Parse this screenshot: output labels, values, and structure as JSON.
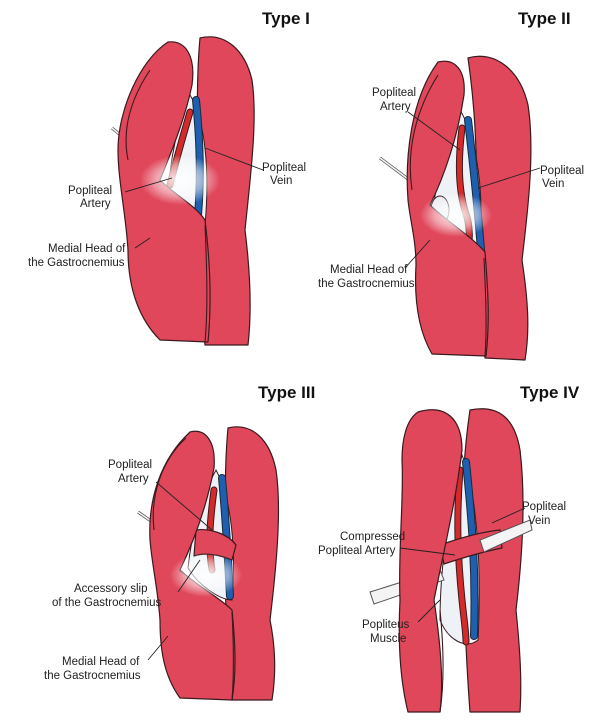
{
  "panels": [
    {
      "title": "Type I",
      "labels": {
        "popliteal_vein_1": "Popliteal",
        "popliteal_vein_2": "Vein",
        "popliteal_artery_1": "Popliteal",
        "popliteal_artery_2": "Artery",
        "medial_head_1": "Medial Head of",
        "medial_head_2": "the Gastrocnemius"
      }
    },
    {
      "title": "Type II",
      "labels": {
        "popliteal_artery_1": "Popliteal",
        "popliteal_artery_2": "Artery",
        "popliteal_vein_1": "Popliteal",
        "popliteal_vein_2": "Vein",
        "medial_head_1": "Medial Head of",
        "medial_head_2": "the Gastrocnemius"
      }
    },
    {
      "title": "Type III",
      "labels": {
        "popliteal_artery_1": "Popliteal",
        "popliteal_artery_2": "Artery",
        "accessory_slip_1": "Accessory slip",
        "accessory_slip_2": "of the Gastrocnemius",
        "medial_head_1": "Medial Head of",
        "medial_head_2": "the Gastrocnemius"
      }
    },
    {
      "title": "Type IV",
      "labels": {
        "popliteal_vein_1": "Popliteal",
        "popliteal_vein_2": "Vein",
        "compressed_artery_1": "Compressed",
        "compressed_artery_2": "Popliteal Artery",
        "popliteus_1": "Popliteus",
        "popliteus_2": "Muscle"
      }
    }
  ],
  "colors": {
    "muscle": "#e0475b",
    "artery": "#d42a2a",
    "vein": "#1f5fb0",
    "fossa": "#eef2f6"
  }
}
